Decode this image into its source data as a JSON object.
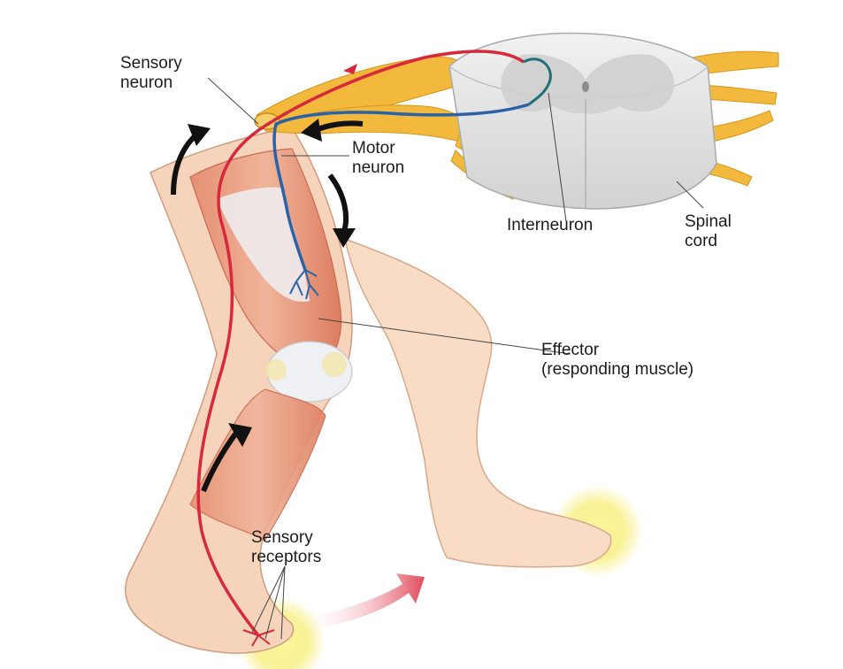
{
  "labels": {
    "sensory_neuron": [
      "Sensory",
      "neuron"
    ],
    "motor_neuron": [
      "Motor",
      "neuron"
    ],
    "interneuron": "Interneuron",
    "spinal_cord": [
      "Spinal",
      "cord"
    ],
    "effector": [
      "Effector",
      "(responding muscle)"
    ],
    "sensory_receptors": [
      "Sensory",
      "receptors"
    ]
  },
  "colors": {
    "sensory_neuron": "#d8283c",
    "motor_neuron": "#2a62a8",
    "interneuron": "#1f6e78",
    "nerve": "#f2b93c",
    "muscle": "#e2876a",
    "skin": "#f6d7c0",
    "cord": "#e4e4e4",
    "stimulus_glow": "#f7ec6a",
    "arrow": "#111111"
  },
  "icons": [
    "flow-arrow-icon",
    "withdrawal-arrow-icon"
  ]
}
